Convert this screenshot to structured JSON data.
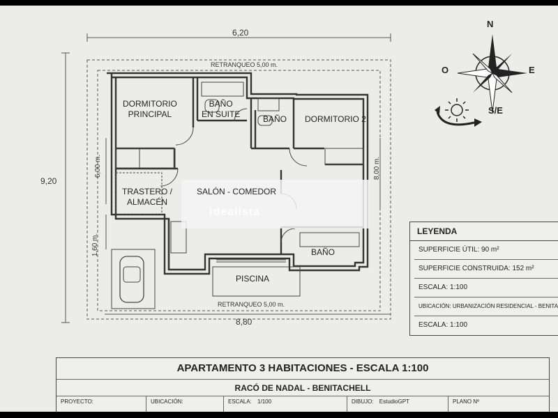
{
  "dimensions": {
    "top_width": "6,20",
    "left_height": "9,20",
    "bottom_width": "8,80",
    "setback_top": "RETRANQUEO 5,00 m.",
    "setback_bottom": "RETRANQUEO 5,00 m.",
    "left_inner": "6,00 m.",
    "right_inner": "8,00 m.",
    "left_lower": "1,60 m."
  },
  "rooms": {
    "master_bedroom": "DORMITORIO\nPRINCIPAL",
    "ensuite_bath": "BAÑO\nEN SUITE",
    "bath_1": "BAÑO",
    "bedroom_2": "DORMITORIO 2",
    "storage": "TRASTERO /\nALMACÉN",
    "living": "SALÓN - COMEDOR",
    "bath_2": "BAÑO",
    "pool": "PISCINA"
  },
  "compass": {
    "north": "N",
    "west": "O",
    "east": "E",
    "southeast": "S/E"
  },
  "legend": {
    "title": "LEYENDA",
    "items": [
      "SUPERFICIE ÚTIL: 90 m²",
      "SUPERFICIE CONSTRUIDA: 152 m²",
      "ESCALA: 1:100",
      "UBICACIÓN: URBANIZACIÓN RESIDENCIAL - BENITACHELL",
      "ESCALA: 1:100"
    ]
  },
  "title_block": {
    "title": "APARTAMENTO 3 HABITACIONES - ESCALA 1:100",
    "subtitle": "RACÓ DE NADAL - BENITACHELL",
    "proyecto_label": "PROYECTO:",
    "ubicacion_label": "UBICACIÓN:",
    "escala_label": "ESCALA:",
    "escala_value": "1/100",
    "dibujo_label": "DIBUJO:",
    "dibujo_value": "EstudioGPT",
    "plano_label": "PLANO Nº"
  },
  "watermark": "idealista"
}
